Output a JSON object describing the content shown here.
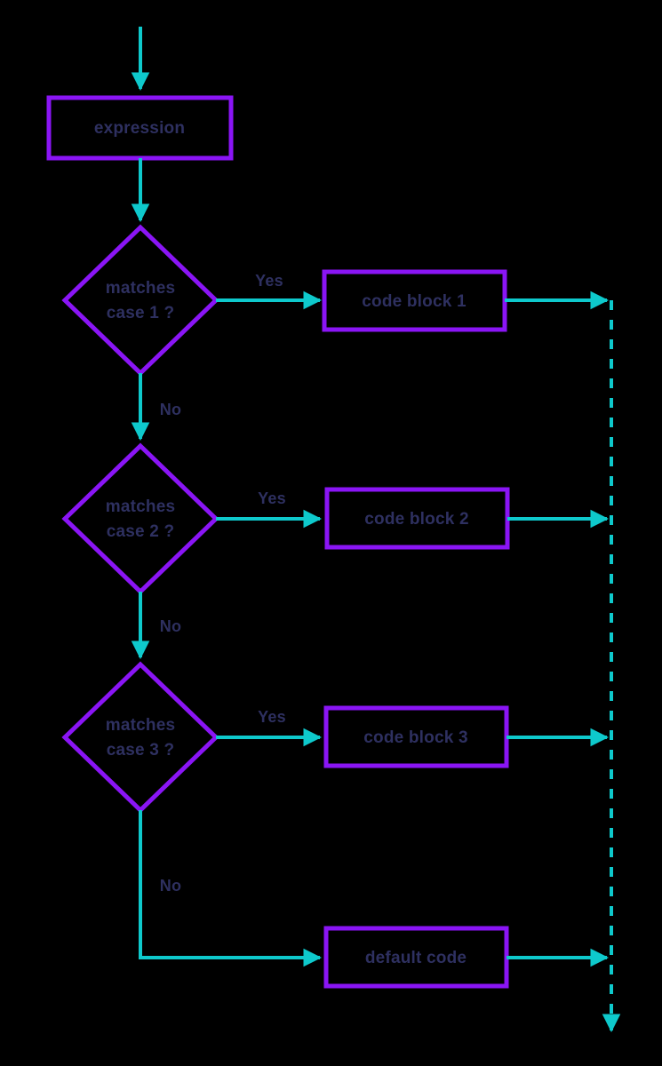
{
  "diagram": {
    "title": "switch statement flowchart",
    "type": "flowchart",
    "background_color": "#000000",
    "colors": {
      "shape_stroke": "#8a15f5",
      "connector": "#0ec9cc",
      "text": "#2e3060"
    },
    "nodes": [
      {
        "id": "expression",
        "shape": "rectangle",
        "label": "expression"
      },
      {
        "id": "case1",
        "shape": "diamond",
        "label_line1": "matches",
        "label_line2": "case 1 ?"
      },
      {
        "id": "block1",
        "shape": "rectangle",
        "label": "code block 1"
      },
      {
        "id": "case2",
        "shape": "diamond",
        "label_line1": "matches",
        "label_line2": "case 2 ?"
      },
      {
        "id": "block2",
        "shape": "rectangle",
        "label": "code block 2"
      },
      {
        "id": "case3",
        "shape": "diamond",
        "label_line1": "matches",
        "label_line2": "case 3 ?"
      },
      {
        "id": "block3",
        "shape": "rectangle",
        "label": "code block 3"
      },
      {
        "id": "default",
        "shape": "rectangle",
        "label": "default code"
      }
    ],
    "edge_labels": {
      "yes1": "Yes",
      "yes2": "Yes",
      "yes3": "Yes",
      "no1": "No",
      "no2": "No",
      "no3": "No"
    }
  }
}
